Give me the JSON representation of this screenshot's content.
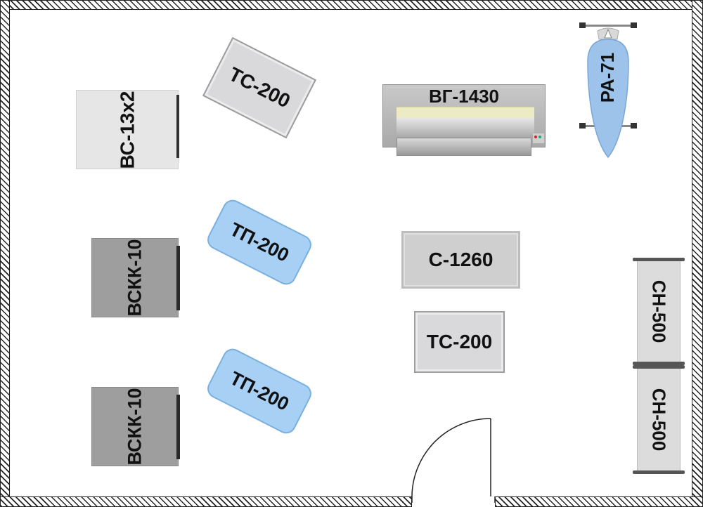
{
  "equipment": {
    "vs13x2": "ВС-13х2",
    "vssk10_top": "ВСКК-10",
    "vssk10_bottom": "ВСКК-10",
    "ts200_top": "ТС-200",
    "ts200_center": "ТС-200",
    "tp200_top": "ТП-200",
    "tp200_bottom": "ТП-200",
    "vg1430": "ВГ-1430",
    "ra71": "РА-71",
    "c1260": "С-1260",
    "sn500_top": "СН-500",
    "sn500_bottom": "СН-500"
  },
  "colors": {
    "wall_hatch": "#222222",
    "tp_blue": "#a8d0f5",
    "ironing_board_blue": "#9ec3eb",
    "machine_gray_dark": "#9e9e9e",
    "machine_gray_light": "#e6e6e6"
  }
}
